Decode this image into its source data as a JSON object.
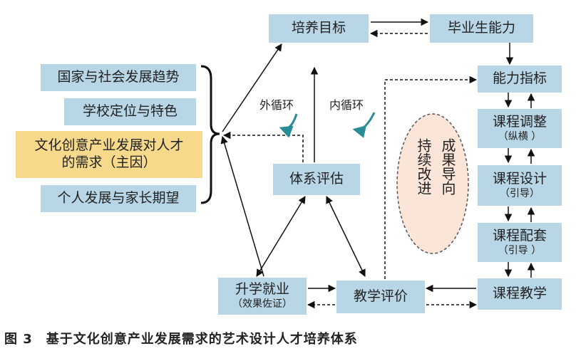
{
  "nodes": {
    "peiyang_mubiao": "培养目标",
    "biyesheng_nengli": "毕业生能力",
    "nengli_zhibiao": "能力指标",
    "kecheng_tiaozheng": "课程调整",
    "kecheng_tiaozheng_sub": "（纵横 ）",
    "kecheng_sheji": "课程设计",
    "kecheng_sheji_sub": "（引导）",
    "kecheng_peitao": "课程配套",
    "kecheng_peitao_sub": "（引导 ）",
    "kecheng_jiaoxue": "课程教学",
    "jiaoxue_pingjia": "教学评价",
    "shengxue_jiuye": "升学就业",
    "shengxue_jiuye_sub": "（效果佐证）",
    "tixi_pinggu": "体系评估"
  },
  "factors": {
    "item1": "国家与社会发展趋势",
    "item2": "学校定位与特色",
    "item3_line1": "文化创意产业发展对人才",
    "item3_line2": "的需求（主因）",
    "item4": "个人发展与家长期望"
  },
  "loops": {
    "outer": "外循环",
    "inner": "内循环"
  },
  "ellipse": {
    "col1": "持续改进",
    "col2": "成果导向"
  },
  "caption": "图 3　基于文化创意产业发展需求的艺术设计人才培养体系",
  "colors": {
    "box_fill": "#b8d6e6",
    "highlight_fill": "#f6d98b",
    "ellipse_fill": "#fbe4d8",
    "loop_arrow": "#2a8c95"
  }
}
